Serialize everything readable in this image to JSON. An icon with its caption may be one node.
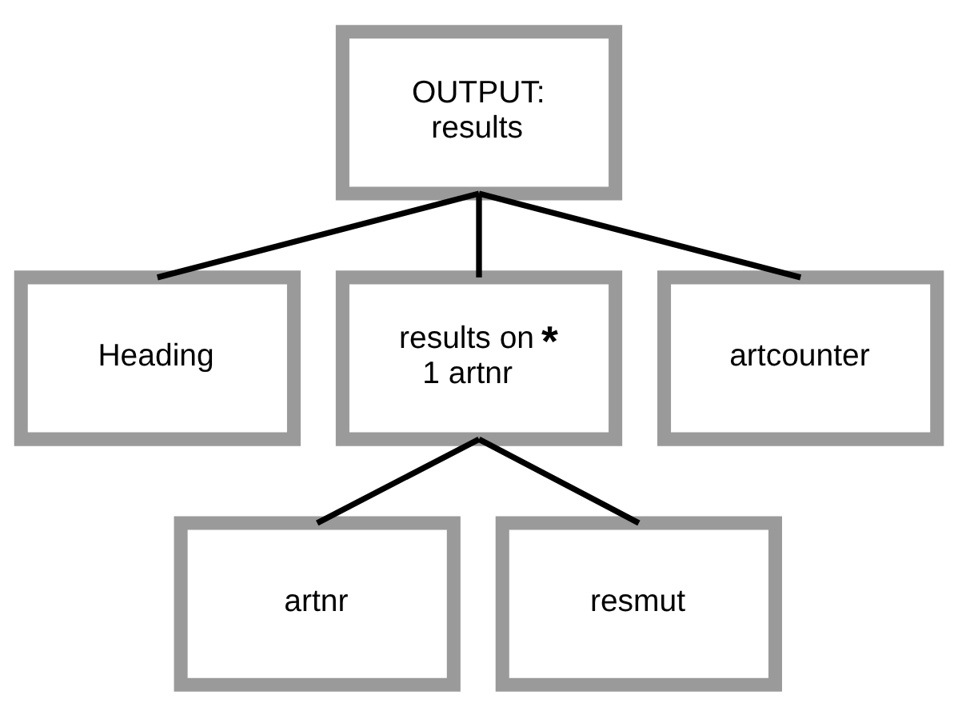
{
  "diagram": {
    "nodes": [
      {
        "text": [
          "OUTPUT: results"
        ]
      },
      {
        "text": [
          "Heading"
        ]
      },
      {
        "text": [
          "results on 1 artnr",
          "*"
        ]
      },
      {
        "text": [
          "artcounter"
        ]
      },
      {
        "text": [
          "artnr"
        ]
      },
      {
        "text": [
          "resmut"
        ]
      }
    ],
    "edges": [
      {
        "from": 0,
        "to": 1,
        "arrow": "none"
      },
      {
        "from": 0,
        "to": 2,
        "arrow": "none"
      },
      {
        "from": 0,
        "to": 3,
        "arrow": "none"
      },
      {
        "from": 2,
        "to": 4,
        "arrow": "none"
      },
      {
        "from": 2,
        "to": 5,
        "arrow": "none"
      }
    ]
  }
}
